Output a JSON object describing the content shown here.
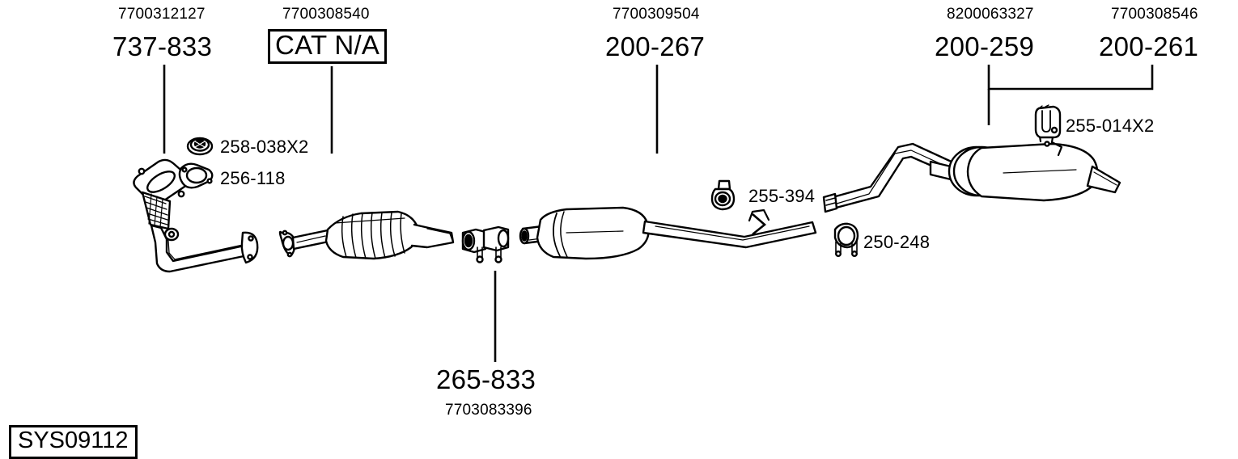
{
  "diagram": {
    "type": "exhaust-system-parts-schematic",
    "system_code": "SYS09112",
    "background_color": "#ffffff",
    "line_color": "#000000"
  },
  "labels": {
    "front_pipe": {
      "oem": "7700312127",
      "part": "737-833",
      "boxed": false
    },
    "catalytic_converter": {
      "oem": "7700308540",
      "part": "CAT N/A",
      "boxed": true
    },
    "centre_silencer": {
      "oem": "7700309504",
      "part": "200-267",
      "boxed": false
    },
    "intermediate_pipe": {
      "oem": "8200063327",
      "part": "200-259",
      "boxed": false
    },
    "rear_silencer": {
      "oem": "7700308546",
      "part": "200-261",
      "boxed": false
    },
    "connector": {
      "part": "265-833",
      "oem": "7703083396",
      "boxed": false
    }
  },
  "small_parts": [
    {
      "code": "258-038X2",
      "icon": "exhaust-nut-icon"
    },
    {
      "code": "256-118",
      "icon": "exhaust-gasket-icon"
    },
    {
      "code": "255-394",
      "icon": "rubber-hanger-mount-icon"
    },
    {
      "code": "250-248",
      "icon": "u-bolt-clamp-icon"
    },
    {
      "code": "255-014X2",
      "icon": "rubber-hanger-strap-icon"
    }
  ]
}
